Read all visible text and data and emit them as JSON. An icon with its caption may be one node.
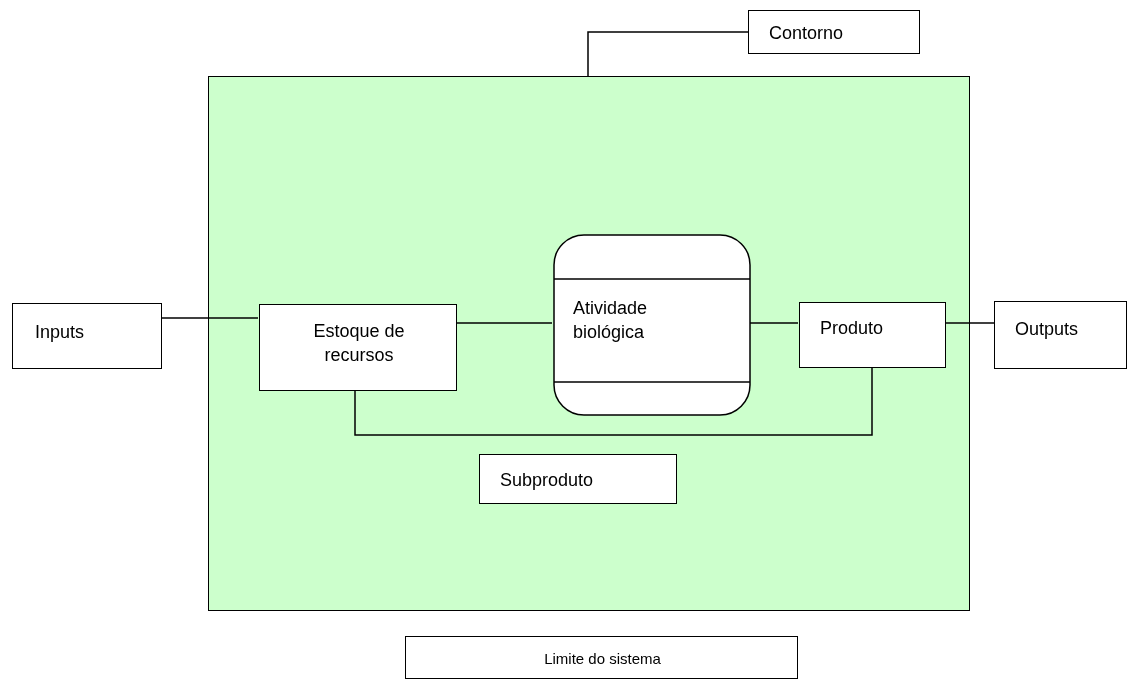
{
  "diagram": {
    "nodes": [
      {
        "text": [],
        "shape": "box"
      },
      {
        "text": [
          "Contorno"
        ]
      },
      {
        "text": [
          "Inputs"
        ]
      },
      {
        "text": [
          "Estoque de recursos"
        ],
        "in": 0
      },
      {
        "text": [
          "Atividade biológica"
        ],
        "in": 0
      },
      {
        "text": [
          "Produto"
        ],
        "in": 0
      },
      {
        "text": [
          "Outputs"
        ]
      },
      {
        "text": [
          "Subproduto"
        ],
        "in": 0
      },
      {
        "text": [
          "Limite do sistema"
        ]
      }
    ],
    "edges": [
      {
        "from": 1,
        "to": 0,
        "arrow": "none"
      },
      {
        "from": 2,
        "to": 3,
        "arrow": "none"
      },
      {
        "from": 3,
        "to": 4,
        "arrow": "none"
      },
      {
        "from": 4,
        "to": 5,
        "arrow": "none"
      },
      {
        "from": 5,
        "to": 6,
        "arrow": "none"
      },
      {
        "from": 3,
        "to": 5,
        "arrow": "none"
      }
    ]
  }
}
